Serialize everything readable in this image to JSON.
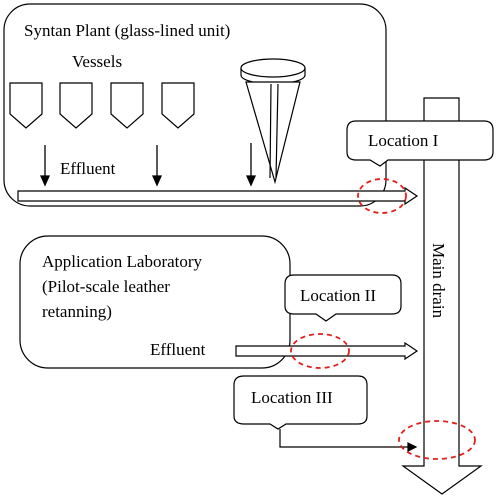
{
  "plant": {
    "title": "Syntan Plant (glass-lined unit)",
    "vessels_label": "Vessels",
    "effluent_label": "Effluent"
  },
  "laboratory": {
    "line1": "Application Laboratory",
    "line2": "(Pilot-scale leather",
    "line3": "retanning)",
    "effluent_label": "Effluent"
  },
  "main_drain_label": "Main drain",
  "locations": {
    "one": "Location I",
    "two": "Location II",
    "three": "Location III"
  },
  "colors": {
    "line": "#000000",
    "sampling_marker": "#e0201c",
    "background": "#ffffff"
  }
}
